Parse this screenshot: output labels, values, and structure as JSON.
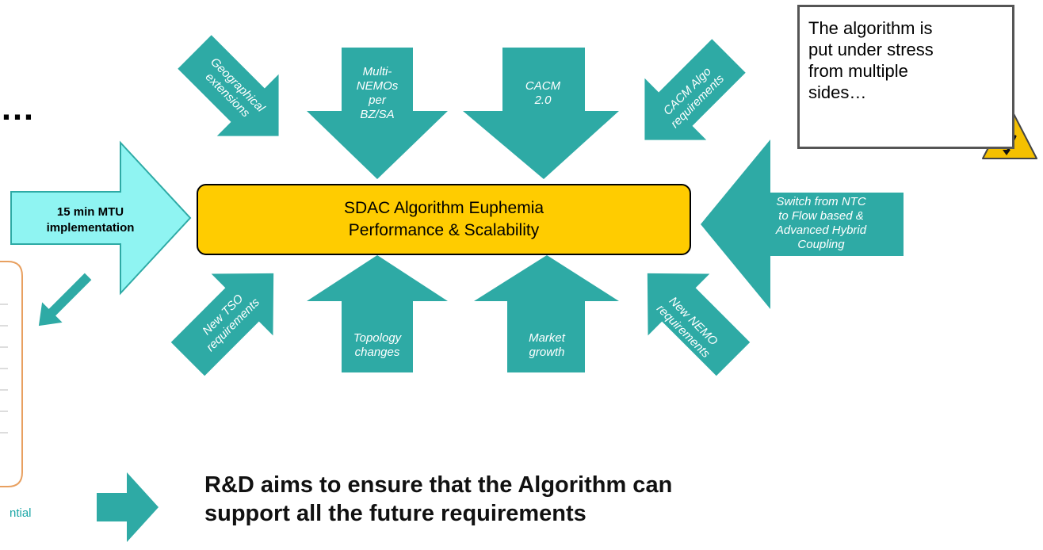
{
  "colors": {
    "arrow_teal": "#2eaaa5",
    "arrow_light": "#8ff4f2",
    "core_yellow": "#ffcc00",
    "panel_orange": "#e8a060",
    "warning_yellow": "#f5c000"
  },
  "fragments": {
    "ellipsis": "…",
    "partial_text": "ntial"
  },
  "core": {
    "title": "SDAC Algorithm Euphemia\nPerformance & Scalability"
  },
  "mtu": {
    "label": "15 min MTU\nimplementation"
  },
  "arrows": {
    "geo": "Geographical\nextensions",
    "multi_nemo": "Multi-\nNEMOs\nper\nBZ/SA",
    "cacm20": "CACM\n2.0",
    "cacm_algo": "CACM Algo\nrequirements",
    "switch": "Switch from NTC\nto Flow based &\nAdvanced Hybrid\nCoupling",
    "new_tso": "New TSO\nrequirements",
    "topology": "Topology\nchanges",
    "market": "Market\ngrowth",
    "new_nemo": "New NEMO\nrequirements"
  },
  "callout": {
    "text": "The algorithm is\nput under stress\nfrom multiple\nsides…",
    "icon": "warning-high-voltage-icon"
  },
  "conclusion": {
    "text": "R&D aims to ensure that the Algorithm can\nsupport all the future requirements",
    "icon": "right-arrow-icon"
  }
}
